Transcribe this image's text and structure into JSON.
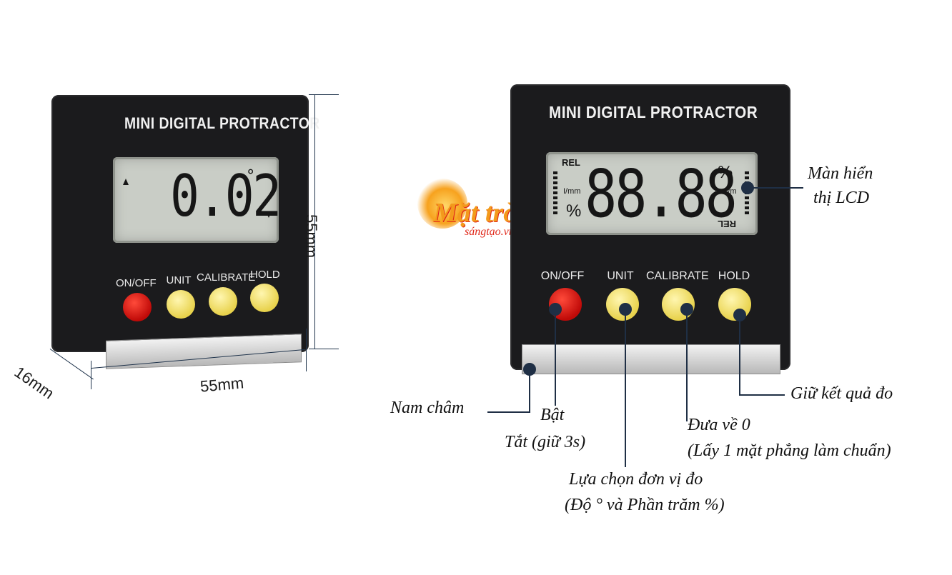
{
  "device_left": {
    "title": "MINI DIGITAL PROTRACTOR",
    "reading": "0.02",
    "degree_symbol": "°",
    "buttons": [
      "ON/OFF",
      "UNIT",
      "CALIBRATE",
      "HOLD"
    ]
  },
  "device_right": {
    "title": "MINI DIGITAL PROTRACTOR",
    "reading": "88.88",
    "lcd_rel_top": "REL",
    "lcd_rel_bottom": "REL",
    "lcd_percent_left": "%",
    "lcd_percent_right": "%",
    "lcd_unit_left": "I/mm",
    "lcd_unit_right": "mm/m",
    "buttons": [
      "ON/OFF",
      "UNIT",
      "CALIBRATE",
      "HOLD"
    ]
  },
  "dimensions": {
    "height": "55mm",
    "width": "55mm",
    "depth": "16mm"
  },
  "logo": {
    "main": "Mặt trời",
    "sub": "sángtạo.vn"
  },
  "annotations": {
    "lcd_line1": "Màn hiển",
    "lcd_line2": "thị LCD",
    "hold": "Giữ kết quả đo",
    "magnet": "Nam châm",
    "onoff_line1": "Bật",
    "onoff_line2": "Tắt (giữ 3s)",
    "calibrate_line1": "Đưa về 0",
    "calibrate_line2": "(Lấy 1 mặt phẳng làm chuẩn)",
    "unit_line1": "Lựa chọn đơn vị đo",
    "unit_line2": "(Độ ° và Phần trăm %)"
  },
  "colors": {
    "device_body": "#1b1b1d",
    "lcd": "#c9cdc6",
    "button_red": "#d81410",
    "button_yellow": "#f4e478",
    "annotation_line": "#1f2f45",
    "logo_orange": "#f39a1c",
    "logo_red": "#e0281a"
  }
}
